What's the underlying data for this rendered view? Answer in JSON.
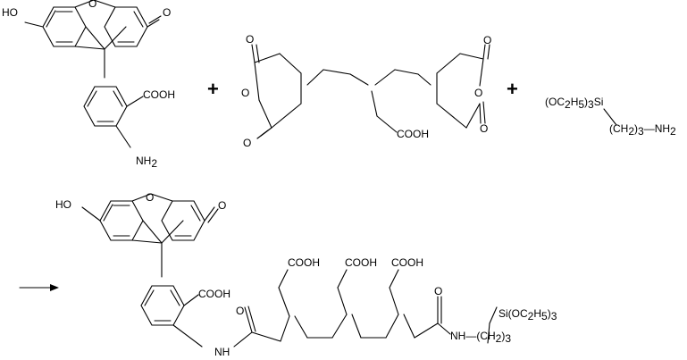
{
  "labels": {
    "ho": "HO",
    "o": "O",
    "cooh": "COOH",
    "nh2_main": "NH",
    "nh2_sub": "2",
    "nh": "NH",
    "plus": "+",
    "silane_left": "(OC",
    "silane_sub_2": "2",
    "silane_h": "H",
    "silane_sub_5": "5",
    "silane_close": ")",
    "silane_sub_3": "3",
    "si": "Si",
    "chain_open": "(CH",
    "chain_sub_2": "2",
    "chain_close": ")",
    "chain_sub_3": "3",
    "amine_dash": "—NH",
    "amine_sub": "2",
    "product_si": "Si(OC",
    "product_chain": "NH—(CH"
  },
  "colors": {
    "ink": "#000000",
    "background": "#ffffff"
  }
}
